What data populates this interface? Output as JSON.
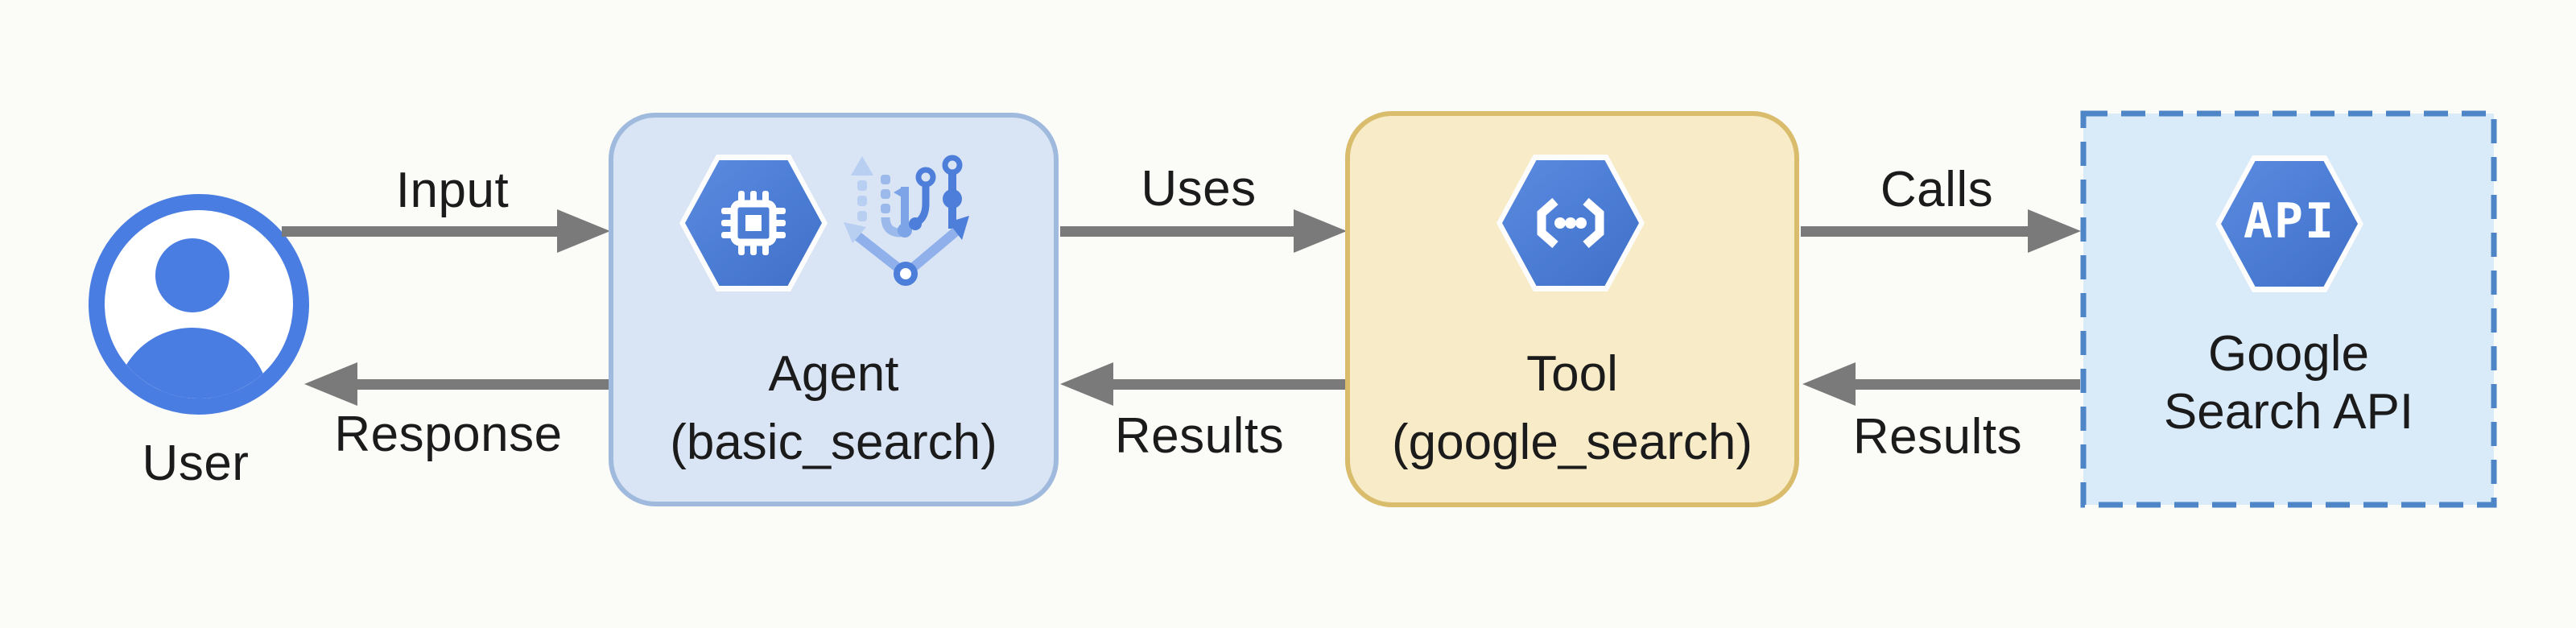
{
  "nodes": {
    "user": {
      "label": "User",
      "icon": "user-circle-icon",
      "color": "#4a7de2"
    },
    "agent": {
      "title": "Agent",
      "subtitle": "(basic_search)",
      "fill": "#d9e4f5",
      "border_color": "#a0badd",
      "icons": [
        "ai-chip-hexagon-icon",
        "vertex-branch-icon"
      ]
    },
    "tool": {
      "title": "Tool",
      "subtitle": "(google_search)",
      "fill": "#f8ecc8",
      "border_color": "#d9bc6c",
      "icons": [
        "endpoints-hexagon-icon"
      ]
    },
    "api": {
      "line1": "Google",
      "line2": "Search API",
      "hex_label": "API",
      "fill": "#d9eaf9",
      "border_color": "#4d85c6",
      "border_style": "dashed",
      "icons": [
        "api-hexagon-icon"
      ]
    }
  },
  "edges": {
    "input": {
      "label": "Input",
      "from": "user",
      "to": "agent",
      "direction": "right"
    },
    "response": {
      "label": "Response",
      "from": "agent",
      "to": "user",
      "direction": "left"
    },
    "uses": {
      "label": "Uses",
      "from": "agent",
      "to": "tool",
      "direction": "right"
    },
    "results_tool_to_agent": {
      "label": "Results",
      "from": "tool",
      "to": "agent",
      "direction": "left"
    },
    "calls": {
      "label": "Calls",
      "from": "tool",
      "to": "api",
      "direction": "right"
    },
    "results_api_to_tool": {
      "label": "Results",
      "from": "api",
      "to": "tool",
      "direction": "left"
    }
  },
  "colors": {
    "background": "#fbfbf8",
    "arrow": "#7a7a7a",
    "text": "#1b1b1b",
    "hexagon_blue": "#4a7bd4"
  }
}
